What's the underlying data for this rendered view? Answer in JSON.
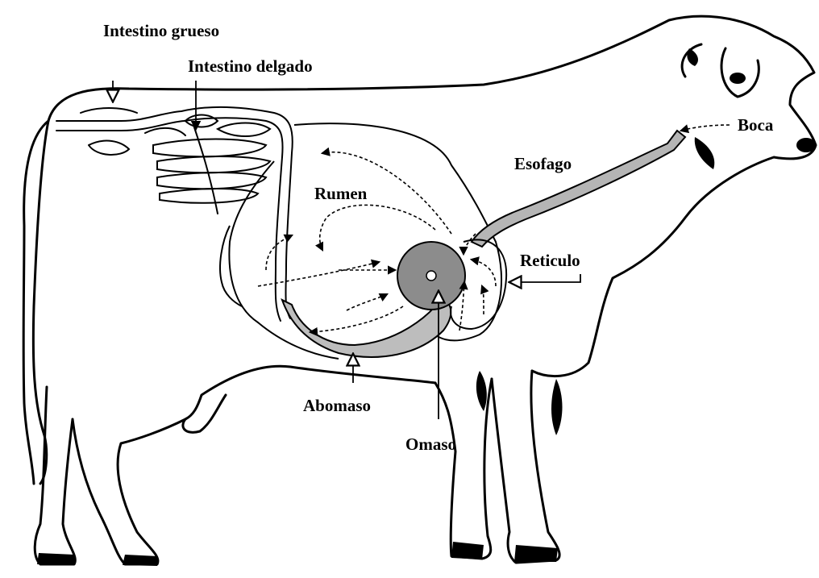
{
  "diagram": {
    "labels": {
      "large_intestine": "Intestino grueso",
      "small_intestine": "Intestino delgado",
      "mouth": "Boca",
      "esophagus": "Esofago",
      "rumen": "Rumen",
      "reticulum": "Reticulo",
      "abomasum": "Abomaso",
      "omasum": "Omaso"
    },
    "colors": {
      "outline": "#000000",
      "background": "#ffffff",
      "omasum_fill": "#8c8c8c",
      "abomasum_fill": "#bdbdbd",
      "esophagus_fill": "#b5b5b5"
    }
  }
}
